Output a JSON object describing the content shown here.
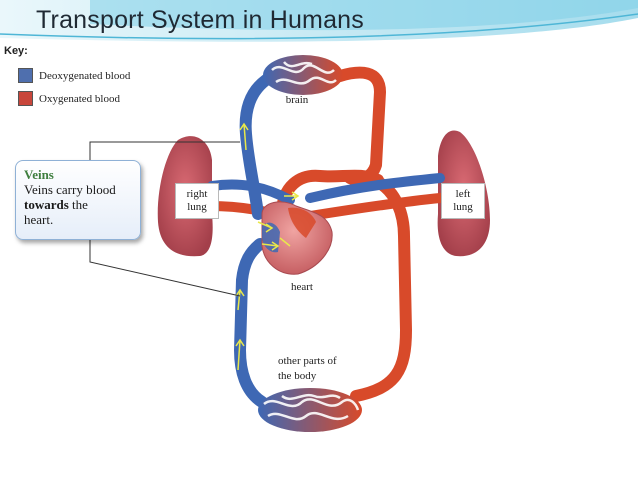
{
  "title": "Transport System in Humans",
  "key": {
    "heading": "Key:",
    "items": [
      {
        "label": "Deoxygenated blood",
        "color": "#4f6fae"
      },
      {
        "label": "Oxygenated blood",
        "color": "#c8463b"
      }
    ]
  },
  "callout": {
    "title": "Veins",
    "line1": "Veins carry blood",
    "emphasis": "towards",
    "line2_rest": " the",
    "line3": "heart."
  },
  "labels": {
    "brain": "brain",
    "right_lung_1": "right",
    "right_lung_2": "lung",
    "left_lung_1": "left",
    "left_lung_2": "lung",
    "heart": "heart",
    "body_1": "other parts of",
    "body_2": "the body"
  },
  "colors": {
    "vein_blue": "#3e68b4",
    "artery_red": "#d84a2a",
    "lung_pink": "#c85a63",
    "heart_pink": "#d87a7e",
    "accent_teal": "#62c3df"
  }
}
